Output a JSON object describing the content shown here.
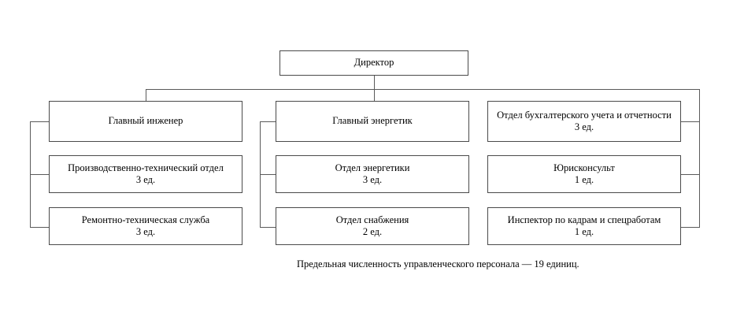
{
  "diagram": {
    "root": {
      "title": "Директор",
      "count": ""
    },
    "columns": [
      {
        "id": "left",
        "nodes": [
          {
            "title": "Главный инженер",
            "count": ""
          },
          {
            "title": "Производственно-технический отдел",
            "count": "3 ед."
          },
          {
            "title": "Ремонтно-техническая служба",
            "count": "3 ед."
          }
        ]
      },
      {
        "id": "middle",
        "nodes": [
          {
            "title": "Главный энергетик",
            "count": ""
          },
          {
            "title": "Отдел энергетики",
            "count": "3 ед."
          },
          {
            "title": "Отдел снабжения",
            "count": "2 ед."
          }
        ]
      },
      {
        "id": "right",
        "nodes": [
          {
            "title": "Отдел бухгалтерского учета и отчетности",
            "count": "3 ед."
          },
          {
            "title": "Юрисконсульт",
            "count": "1 ед."
          },
          {
            "title": "Инспектор по кадрам и спецработам",
            "count": "1 ед."
          }
        ]
      }
    ],
    "footer": "Предельная численность управленческого персонала — 19 единиц.",
    "colors": {
      "box_border": "#4a4a4a",
      "connector": "#5a5a5a",
      "background": "#ffffff",
      "text": "#000000"
    }
  }
}
